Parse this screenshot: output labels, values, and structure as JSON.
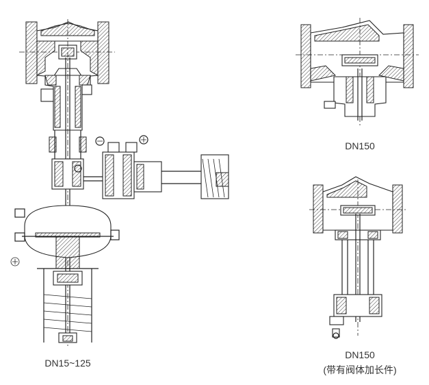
{
  "labels": {
    "main": "DN15~125",
    "top_right": "DN150",
    "bottom_right": "DN150",
    "bottom_right_note": "(带有阀体加长件)"
  },
  "colors": {
    "line": "#222222",
    "text": "#333333",
    "background": "#ffffff"
  }
}
